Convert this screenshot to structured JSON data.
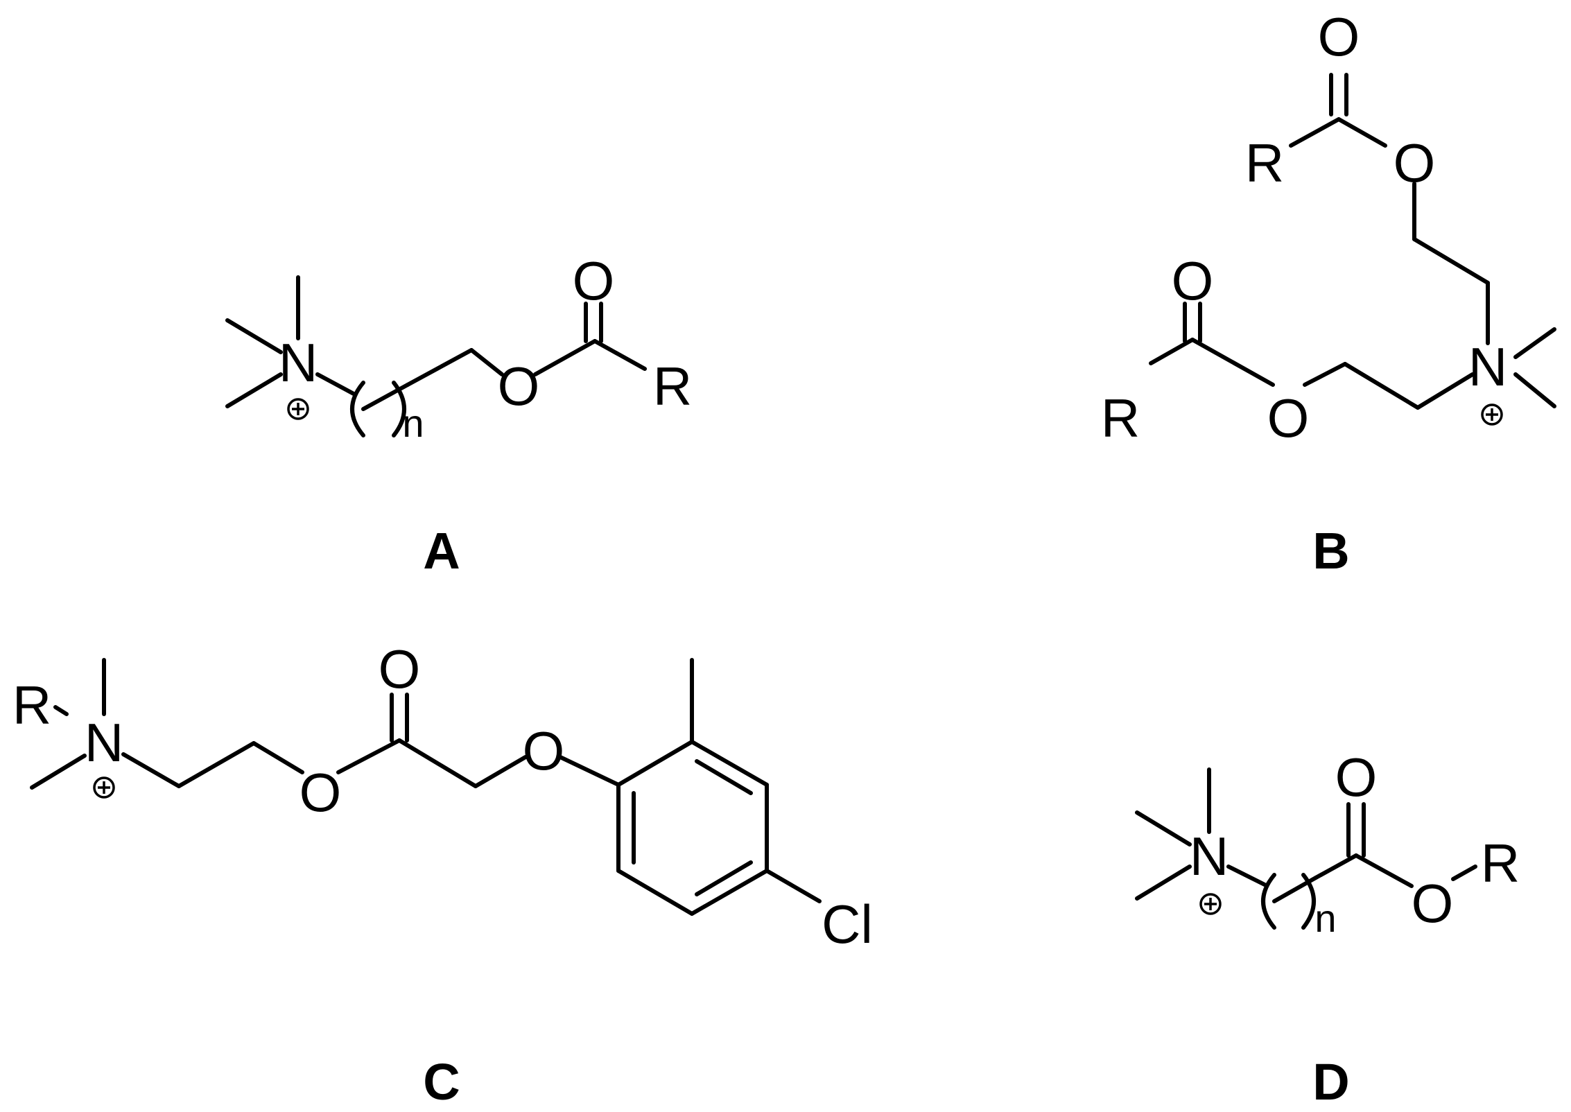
{
  "colors": {
    "ink": "#000000",
    "background": "#ffffff"
  },
  "structures": [
    {
      "label": "A",
      "atoms": {
        "nitrogen": "N",
        "carbonyl_oxygen": "O",
        "ester_oxygen": "O",
        "r_group": "R",
        "repeat_index": "n"
      }
    },
    {
      "label": "B",
      "atoms": {
        "upper_carbonyl_oxygen": "O",
        "upper_ester_oxygen": "O",
        "upper_r_group": "R",
        "lower_carbonyl_oxygen": "O",
        "lower_ester_oxygen": "O",
        "lower_r_group": "R",
        "nitrogen": "N"
      }
    },
    {
      "label": "C",
      "atoms": {
        "r_group": "R",
        "nitrogen": "N",
        "ester_oxygen": "O",
        "carbonyl_oxygen": "O",
        "ether_oxygen": "O",
        "chlorine": "Cl"
      }
    },
    {
      "label": "D",
      "atoms": {
        "nitrogen": "N",
        "carbonyl_oxygen": "O",
        "ester_oxygen": "O",
        "r_group": "R",
        "repeat_index": "n"
      }
    }
  ]
}
